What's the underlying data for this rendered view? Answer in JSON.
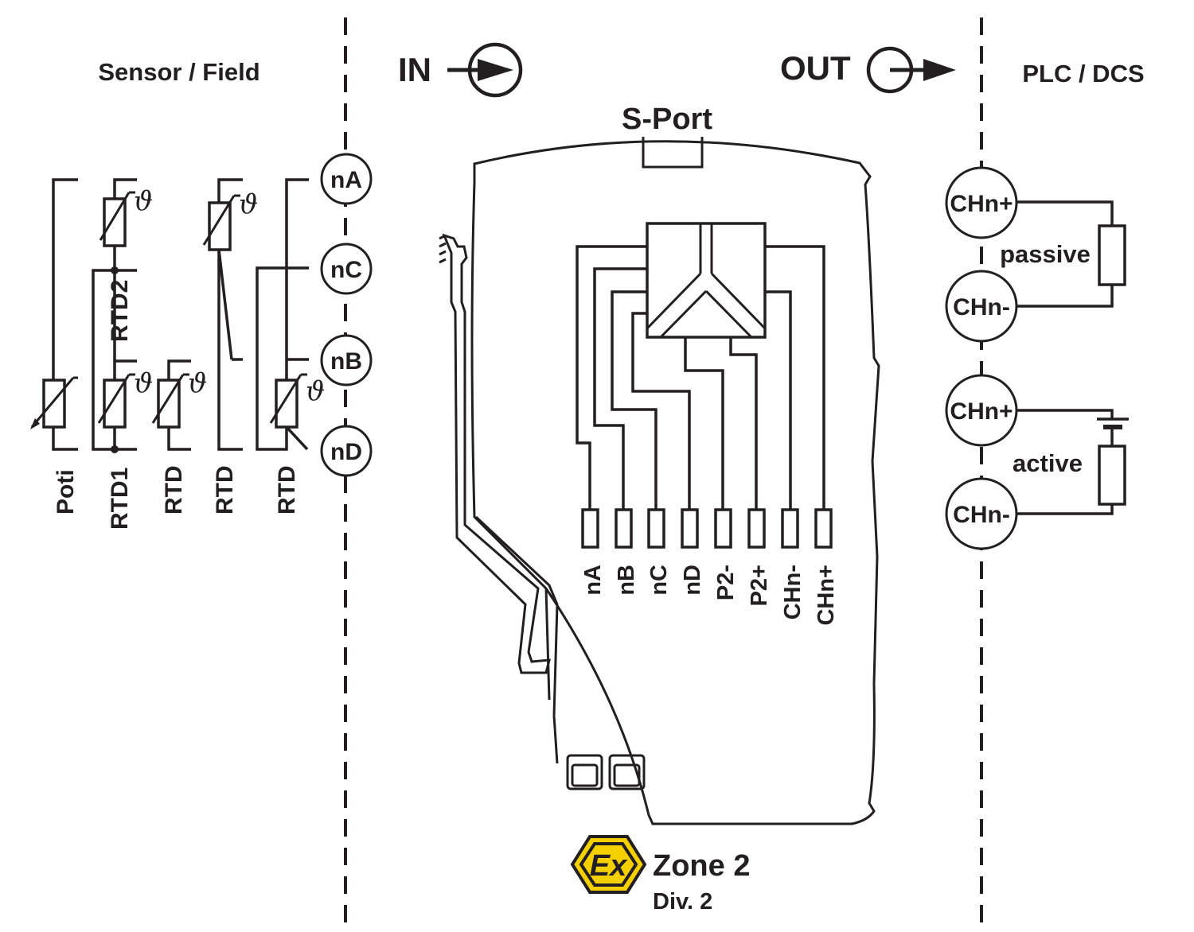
{
  "headers": {
    "sensor_field": "Sensor / Field",
    "in": "IN",
    "out": "OUT",
    "plc_dcs": "PLC / DCS",
    "s_port": "S-Port"
  },
  "sensor_labels": {
    "poti": "Poti",
    "rtd1": "RTD1",
    "rtd2": "RTD2",
    "rtd_a": "RTD",
    "rtd_b": "RTD",
    "rtd_c": "RTD"
  },
  "symbols": {
    "theta": "ϑ"
  },
  "input_terminals": [
    "nA",
    "nC",
    "nB",
    "nD"
  ],
  "device_pins": [
    "nA",
    "nB",
    "nC",
    "nD",
    "P2-",
    "P2+",
    "CHn-",
    "CHn+"
  ],
  "output_terminals": [
    "CHn+",
    "CHn-",
    "CHn+",
    "CHn-"
  ],
  "output_modes": {
    "passive": "passive",
    "active": "active"
  },
  "ex_mark": {
    "symbol": "Ex",
    "color": "#f5d000"
  },
  "zone": {
    "title": "Zone 2",
    "subtitle": "Div. 2"
  },
  "colors": {
    "line": "#231f20",
    "background": "#ffffff",
    "ex_yellow": "#f5d000"
  }
}
